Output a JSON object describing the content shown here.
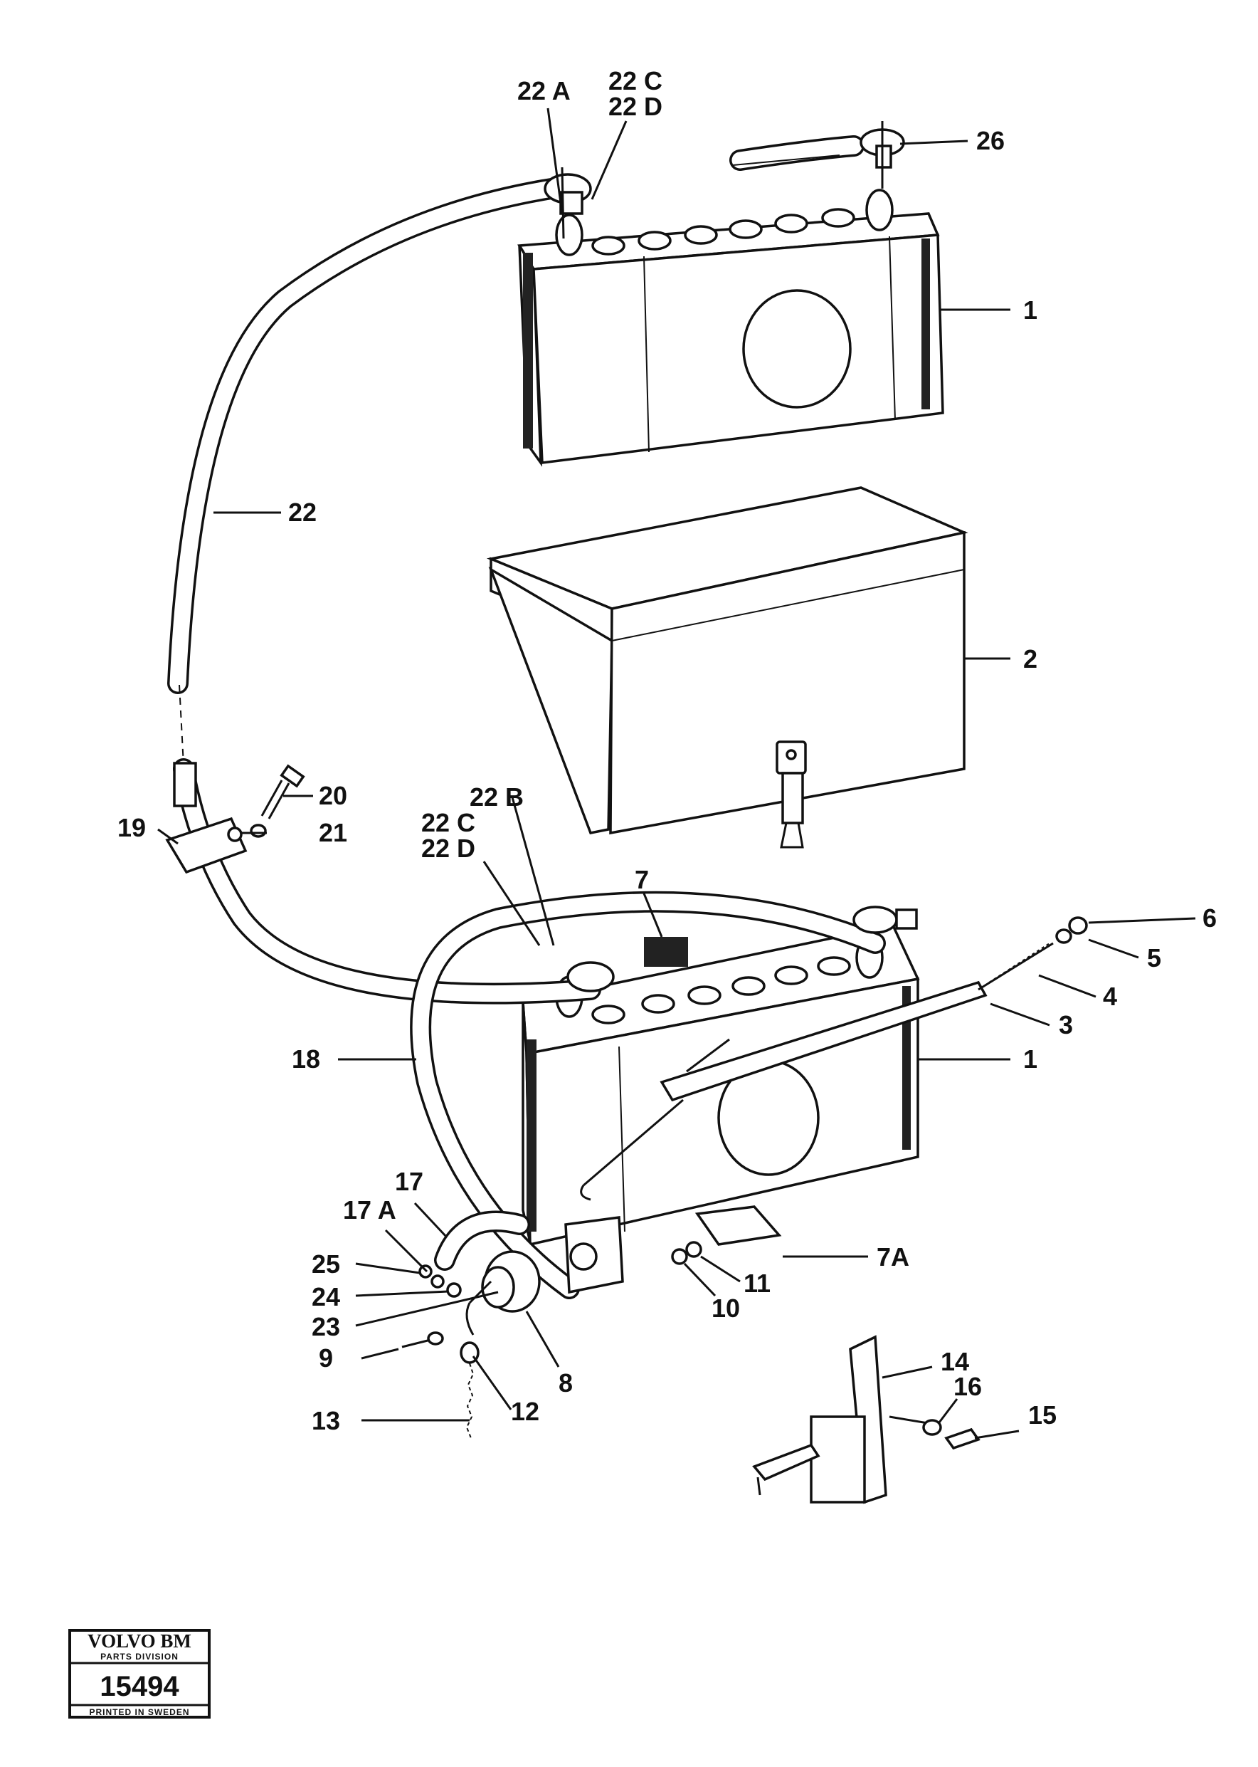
{
  "labels": {
    "l22a": "22 A",
    "l22c_top": "22 C",
    "l22d_top": "22 D",
    "l26": "26",
    "l1_top": "1",
    "l22": "22",
    "l2": "2",
    "l20": "20",
    "l21": "21",
    "l19": "19",
    "l22b": "22 B",
    "l22c_bot": "22 C",
    "l22d_bot": "22 D",
    "l7": "7",
    "l6": "6",
    "l5": "5",
    "l4": "4",
    "l3": "3",
    "l1_bot": "1",
    "l18": "18",
    "l17": "17",
    "l17a": "17 A",
    "l7a": "7A",
    "l25": "25",
    "l11": "11",
    "l24": "24",
    "l10": "10",
    "l23": "23",
    "l9": "9",
    "l8": "8",
    "l14": "14",
    "l16": "16",
    "l15": "15",
    "l12": "12",
    "l13": "13"
  },
  "stamp": {
    "brand": "VOLVO BM",
    "division": "PARTS DIVISION",
    "number": "15494",
    "printed": "PRINTED IN SWEDEN"
  }
}
